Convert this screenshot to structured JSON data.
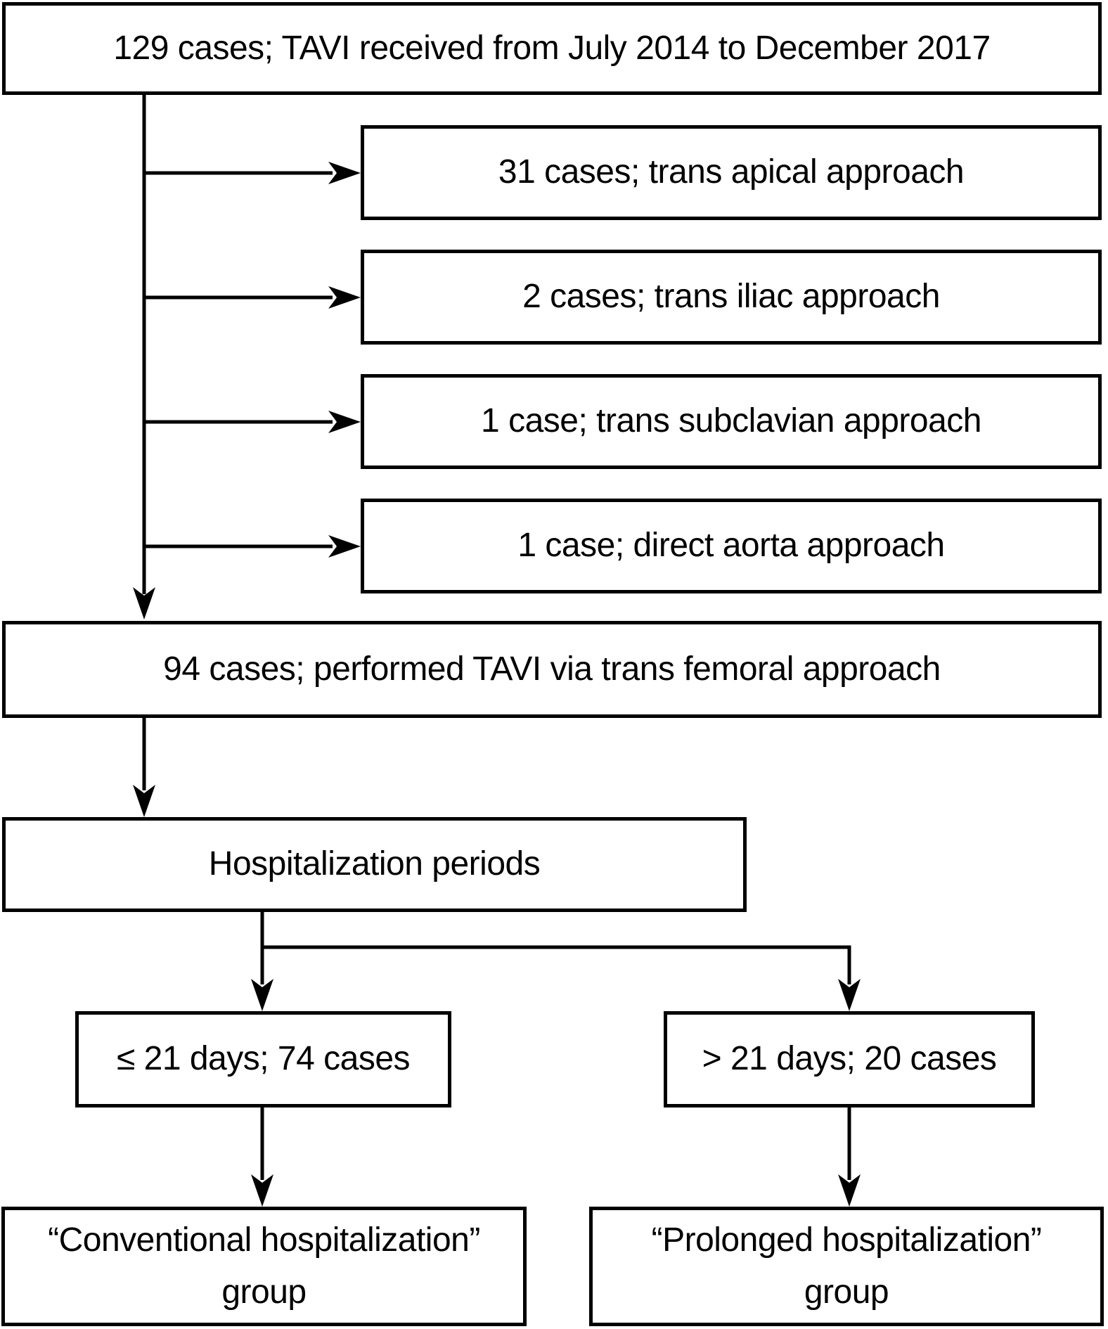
{
  "diagram": {
    "boxes": {
      "initial": {
        "label": "129 cases; TAVI received from July 2014 to December 2017"
      },
      "exclusions": [
        {
          "label": "31 cases; trans apical approach"
        },
        {
          "label": "2 cases; trans iliac approach"
        },
        {
          "label": "1 case; trans subclavian approach"
        },
        {
          "label": "1 case; direct aorta approach"
        }
      ],
      "transfemoral": {
        "label": "94 cases; performed TAVI via trans femoral approach"
      },
      "periods": {
        "label": "Hospitalization periods"
      },
      "branch_short": {
        "label": "≤ 21 days; 74 cases"
      },
      "branch_long": {
        "label": "> 21 days; 20 cases"
      },
      "group_conventional": {
        "line1": "“Conventional hospitalization”",
        "line2": "group"
      },
      "group_prolonged": {
        "line1": "“Prolonged hospitalization”",
        "line2": "group"
      }
    },
    "colors": {
      "line": "#000000",
      "text": "#000000",
      "background": "#ffffff"
    }
  }
}
